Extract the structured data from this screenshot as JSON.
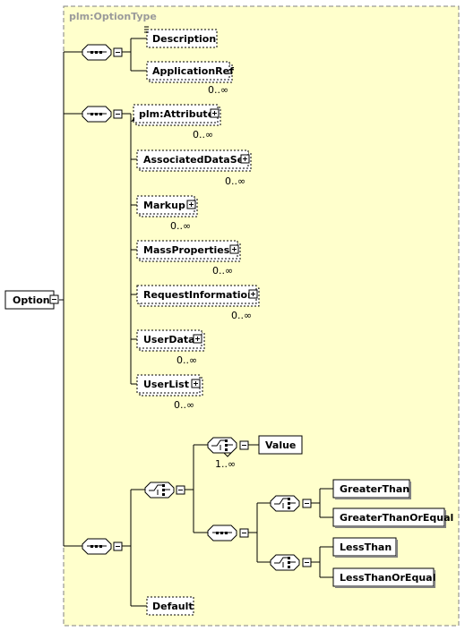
{
  "type_name": "plm:OptionType",
  "root": {
    "label": "Option"
  },
  "elements": {
    "description": {
      "label": "Description"
    },
    "application_ref": {
      "label": "ApplicationRef",
      "cardinality": "0..∞"
    },
    "attribute": {
      "label": "plm:Attribute",
      "cardinality": "0..∞"
    },
    "associated_data_set": {
      "label": "AssociatedDataSet",
      "cardinality": "0..∞"
    },
    "markup": {
      "label": "Markup",
      "cardinality": "0..∞"
    },
    "mass_properties": {
      "label": "MassProperties",
      "cardinality": "0..∞"
    },
    "request_information": {
      "label": "RequestInformation",
      "cardinality": "0..∞"
    },
    "user_data": {
      "label": "UserData",
      "cardinality": "0..∞"
    },
    "user_list": {
      "label": "UserList",
      "cardinality": "0..∞"
    },
    "value": {
      "label": "Value"
    },
    "value_choice_cardinality": "1..∞",
    "greater_than": {
      "label": "GreaterThan"
    },
    "greater_than_or_equal": {
      "label": "GreaterThanOrEqual"
    },
    "less_than": {
      "label": "LessThan"
    },
    "less_than_or_equal": {
      "label": "LessThanOrEqual"
    },
    "default": {
      "label": "Default"
    }
  }
}
